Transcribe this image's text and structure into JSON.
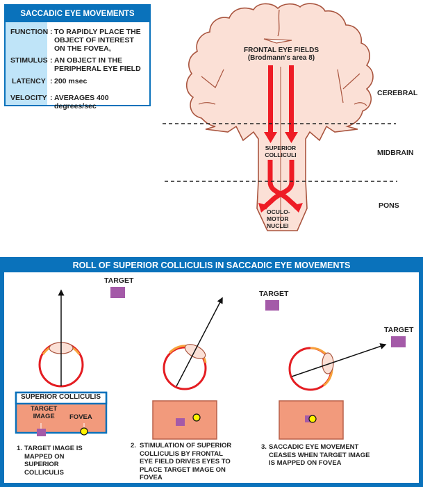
{
  "info_box": {
    "title": "SACCADIC EYE MOVEMENTS",
    "rows": [
      {
        "label": "FUNCTION",
        "value_lines": [
          "TO RAPIDLY PLACE THE",
          "OBJECT OF INTEREST",
          "ON THE FOVEA,"
        ]
      },
      {
        "label": "STIMULUS",
        "value_lines": [
          "AN OBJECT IN THE",
          "PERIPHERAL EYE FIELD"
        ]
      },
      {
        "label": "LATENCY",
        "value_lines": [
          "200 msec"
        ]
      },
      {
        "label": "VELOCITY",
        "value_lines": [
          "AVERAGES 400 degrees/sec"
        ]
      }
    ],
    "colon": ":"
  },
  "brain": {
    "frontal_eye_fields": [
      "FRONTAL EYE FIELDS",
      "(Brodmann's area 8)"
    ],
    "superior_colliculi": [
      "SUPERIOR",
      "COLLICULI"
    ],
    "oculomotor_nuclei": [
      "OCULO-",
      "MOTOR",
      "NUCLEI"
    ],
    "regions": [
      "CEREBRAL",
      "MIDBRAIN",
      "PONS"
    ]
  },
  "bottom_panel": {
    "title": "ROLL OF SUPERIOR COLLICULIS IN SACCADIC EYE MOVEMENTS",
    "target_label": "TARGET",
    "colliculus_box_title": "SUPERIOR COLLICULIS",
    "target_image_label": [
      "TARGET",
      "IMAGE"
    ],
    "fovea_label": "FOVEA",
    "steps": [
      {
        "number": "1.",
        "lines": [
          "TARGET IMAGE IS",
          "MAPPED ON",
          "SUPERIOR",
          "COLLICULIS"
        ]
      },
      {
        "number": "2.",
        "lines": [
          "STIMULATION OF SUPERIOR",
          "COLLICULIS BY FRONTAL",
          "EYE FIELD DRIVES EYES TO",
          "PLACE TARGET IMAGE ON",
          "FOVEA"
        ]
      },
      {
        "number": "3.",
        "lines": [
          "SACCADIC EYE MOVEMENT",
          "CEASES WHEN TARGET IMAGE",
          "IS MAPPED ON FOVEA"
        ]
      }
    ]
  },
  "colors": {
    "blue": "#0a72bb",
    "light_blue": "#bfe4f8",
    "brain_fill": "#fbe0d6",
    "brain_outline": "#a9553f",
    "arrow_red": "#ee1c25",
    "target_purple": "#a45aa8",
    "colliculus_salmon": "#f29a7c",
    "fovea_yellow": "#fff200"
  }
}
